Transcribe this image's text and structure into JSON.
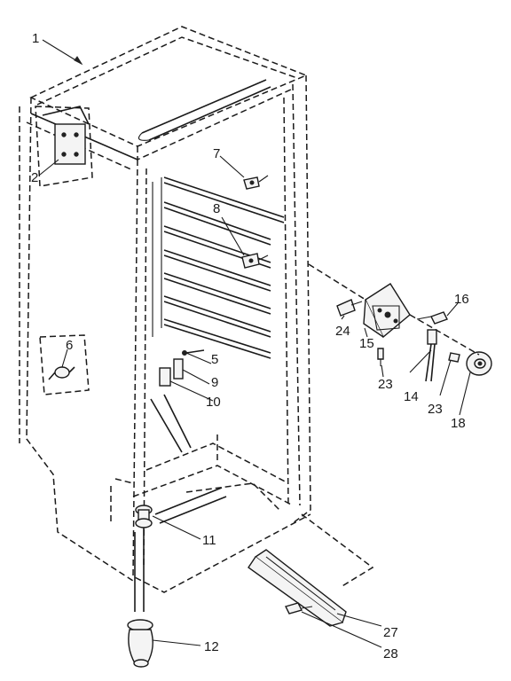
{
  "callouts": {
    "c1": "1",
    "c2": "2",
    "c5": "5",
    "c6": "6",
    "c7": "7",
    "c8": "8",
    "c9": "9",
    "c10": "10",
    "c11": "11",
    "c12": "12",
    "c14": "14",
    "c15": "15",
    "c16": "16",
    "c18": "18",
    "c23a": "23",
    "c23b": "23",
    "c24": "24",
    "c27": "27",
    "c28": "28"
  }
}
